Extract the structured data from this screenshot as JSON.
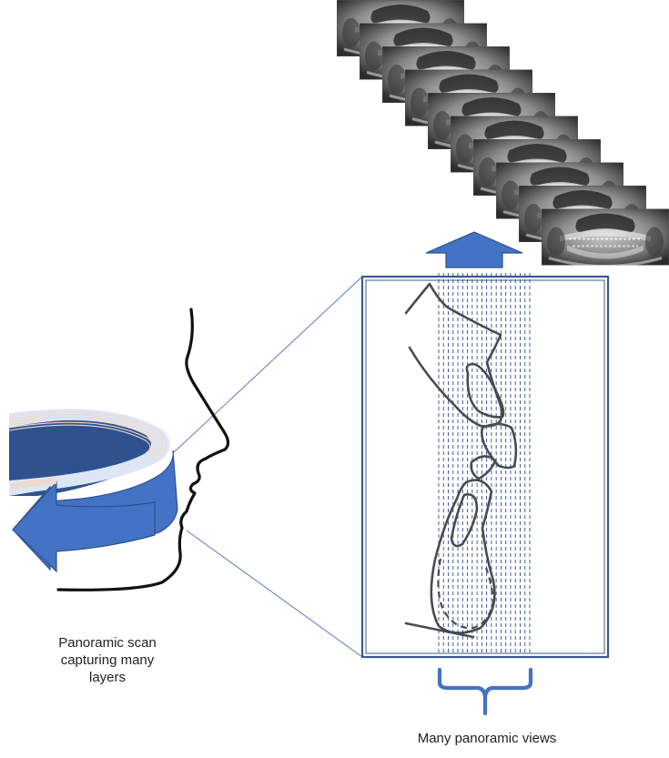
{
  "captions": {
    "scan_line1": "Panoramic scan",
    "scan_line2": "capturing many",
    "scan_line3": "layers",
    "views": "Many panoramic views"
  },
  "panoramic_stack": {
    "count": 10
  },
  "slice_lines": {
    "count": 20
  },
  "colors": {
    "arrow_blue": "#4472c4",
    "arrow_dark": "#2f528f",
    "band_light": "#6d90d4",
    "frame_blue": "#3b5a93",
    "outline_gray": "#4b4b4b",
    "slice_dash": "#2a4f8a",
    "zoom_line": "#5a7cc1",
    "layer_tint": "#f0d8c8"
  }
}
